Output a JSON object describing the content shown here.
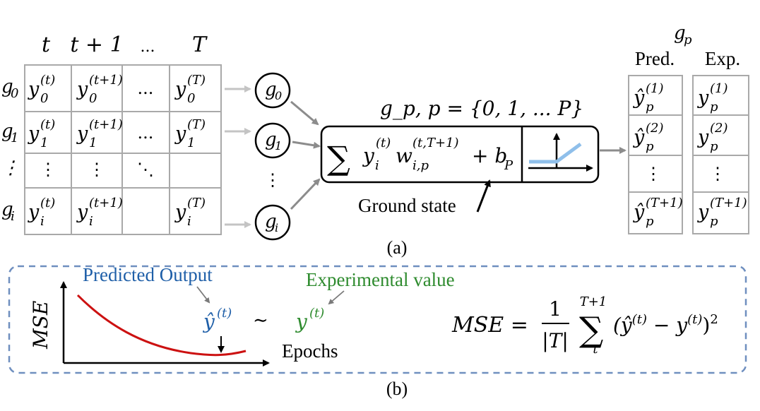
{
  "panel_a": {
    "input_table": {
      "col_headers": [
        "t",
        "t + 1",
        "...",
        "T"
      ],
      "rows": [
        {
          "label": "g",
          "label_sub": "0",
          "cells": [
            {
              "base": "y",
              "sub": "0",
              "sup": "(t)"
            },
            {
              "base": "y",
              "sub": "0",
              "sup": "(t+1)"
            },
            {
              "text": "..."
            },
            {
              "base": "y",
              "sub": "0",
              "sup": "(T)"
            }
          ]
        },
        {
          "label": "g",
          "label_sub": "1",
          "cells": [
            {
              "base": "y",
              "sub": "1",
              "sup": "(t)"
            },
            {
              "base": "y",
              "sub": "1",
              "sup": "(t+1)"
            },
            {
              "text": "..."
            },
            {
              "base": "y",
              "sub": "1",
              "sup": "(T)"
            }
          ]
        },
        {
          "label": "⋮",
          "label_sub": "",
          "cells": [
            {
              "text": "⋮"
            },
            {
              "text": "⋮"
            },
            {
              "text": "⋱"
            },
            {
              "text": ""
            }
          ]
        },
        {
          "label": "g",
          "label_sub": "i",
          "cells": [
            {
              "base": "y",
              "sub": "i",
              "sup": "(t)"
            },
            {
              "base": "y",
              "sub": "i",
              "sup": "(t+1)"
            },
            {
              "text": ""
            },
            {
              "base": "y",
              "sub": "i",
              "sup": "(T)"
            }
          ]
        }
      ]
    },
    "nodes": [
      {
        "base": "g",
        "sub": "0"
      },
      {
        "base": "g",
        "sub": "1"
      },
      {
        "base": "⋮",
        "sub": ""
      },
      {
        "base": "g",
        "sub": "i"
      }
    ],
    "neuron": {
      "header": "g_p, p = {0, 1, ... P}",
      "formula_sum": "∑",
      "formula_y": "y",
      "formula_y_sup": "(t)",
      "formula_y_sub": "i",
      "formula_w": "w",
      "formula_w_sup": "(t,T+1)",
      "formula_w_sub": "i,p",
      "formula_plus": "+ b",
      "formula_b_sub": "P",
      "ground_state_label": "Ground state",
      "activation_icon": "relu-plot-icon"
    },
    "output": {
      "title": "g",
      "title_sub": "p",
      "pred_label": "Pred.",
      "exp_label": "Exp.",
      "pred_cells": [
        {
          "base": "ŷ",
          "sub": "p",
          "sup": "(1)"
        },
        {
          "base": "ŷ",
          "sub": "p",
          "sup": "(2)"
        },
        {
          "text": "⋮"
        },
        {
          "base": "ŷ",
          "sub": "p",
          "sup": "(T+1)"
        }
      ],
      "exp_cells": [
        {
          "base": "y",
          "sub": "p",
          "sup": "(1)"
        },
        {
          "base": "y",
          "sub": "p",
          "sup": "(2)"
        },
        {
          "text": "⋮"
        },
        {
          "base": "y",
          "sub": "p",
          "sup": "(T+1)"
        }
      ]
    },
    "caption": "(a)"
  },
  "panel_b": {
    "ylabel": "MSE",
    "xlabel": "Epochs",
    "predicted_label": "Predicted Output",
    "experimental_label": "Experimental value",
    "pred_symbol": "ŷ",
    "pred_sup": "(t)",
    "tilde": "∼",
    "exp_symbol": "y",
    "exp_sup": "(t)",
    "mse_formula": {
      "lhs": "MSE =",
      "frac_num": "1",
      "frac_den": "|T|",
      "sum_top": "T+1",
      "sum_bottom": "t",
      "body": "(ŷ",
      "body_sup1": "(t)",
      "body_mid": " − y",
      "body_sup2": "(t)",
      "body_end": ")",
      "power": "2"
    },
    "caption": "(b)",
    "colors": {
      "curve": "#cc1111",
      "predicted": "#1f5fa8",
      "experimental": "#2e8b2e",
      "border": "#6f8fbf",
      "relu": "#8fbfea"
    }
  }
}
